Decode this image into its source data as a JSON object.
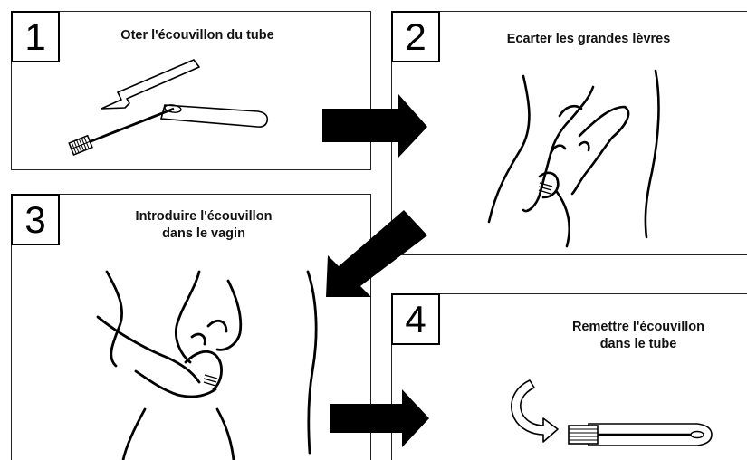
{
  "steps": [
    {
      "number": "1",
      "title_lines": [
        "Oter l'écouvillon du tube"
      ]
    },
    {
      "number": "2",
      "title_lines": [
        "Ecarter les grandes lèvres"
      ]
    },
    {
      "number": "3",
      "title_lines": [
        "Introduire l'écouvillon",
        "dans le vagin"
      ]
    },
    {
      "number": "4",
      "title_lines": [
        "Remettre l'écouvillon",
        "dans le tube"
      ]
    }
  ],
  "icons": {
    "arrow": "black-arrow-icon",
    "swab": "swab-icon",
    "tube": "tube-icon",
    "direction_hint": "outline-arrow-icon",
    "rotation_hint": "curved-arrow-icon"
  },
  "colors": {
    "ink": "#000000",
    "frame": "#222222",
    "background": "#ffffff"
  }
}
